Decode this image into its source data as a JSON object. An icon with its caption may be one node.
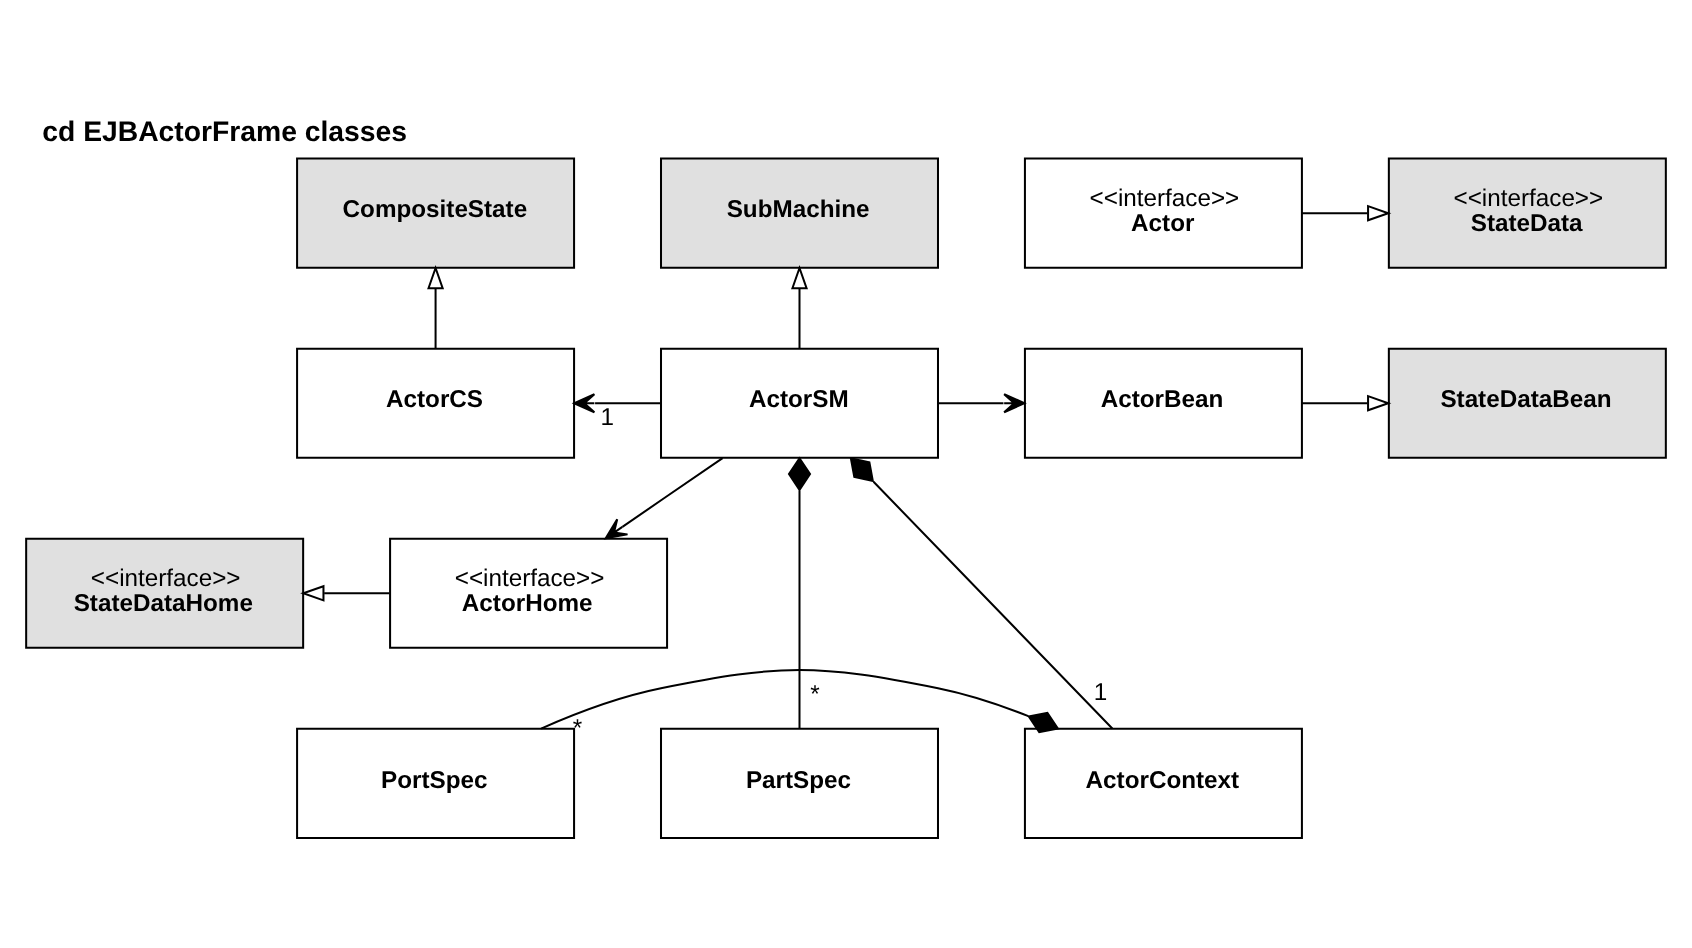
{
  "diagram": {
    "title": "cd EJBActorFrame classes",
    "nodes": [
      {
        "text": [
          "CompositeState"
        ]
      },
      {
        "text": [
          "SubMachine"
        ]
      },
      {
        "text": [
          "<<interface>>",
          "Actor"
        ]
      },
      {
        "text": [
          "<<interface>>",
          "StateData"
        ]
      },
      {
        "text": [
          "ActorCS"
        ]
      },
      {
        "text": [
          "ActorSM"
        ]
      },
      {
        "text": [
          "ActorBean"
        ]
      },
      {
        "text": [
          "StateDataBean"
        ]
      },
      {
        "text": [
          "<<interface>>",
          "ActorHome"
        ]
      },
      {
        "text": [
          "<<interface>>",
          "StateDataHome"
        ]
      },
      {
        "text": [
          "PartSpec"
        ]
      },
      {
        "text": [
          "ActorContext"
        ]
      },
      {
        "text": [
          "PortSpec"
        ]
      }
    ],
    "edges": [
      {
        "from": 4,
        "to": 0,
        "arrow": "to"
      },
      {
        "from": 5,
        "to": 1,
        "arrow": "to"
      },
      {
        "from": 2,
        "to": 3,
        "arrow": "to"
      },
      {
        "from": 5,
        "to": 4,
        "arrow": "to",
        "label": "1"
      },
      {
        "from": 5,
        "to": 6,
        "arrow": "to"
      },
      {
        "from": 6,
        "to": 7,
        "arrow": "to"
      },
      {
        "from": 5,
        "to": 8,
        "arrow": "to"
      },
      {
        "from": 8,
        "to": 9,
        "arrow": "to"
      },
      {
        "from": 5,
        "to": 10,
        "arrow": "other",
        "label": "*"
      },
      {
        "from": 5,
        "to": 11,
        "arrow": "other",
        "label": "1"
      },
      {
        "from": 11,
        "to": 12,
        "arrow": "other",
        "label": "*"
      }
    ]
  }
}
